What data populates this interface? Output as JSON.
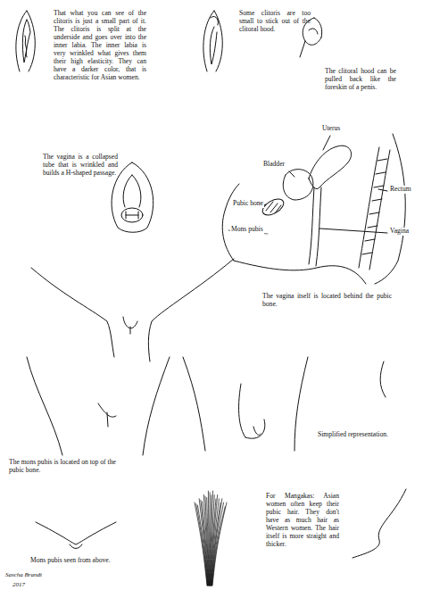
{
  "diagram": {
    "labels": [
      "That what you can see of the clitoris is just a small part of it. The clitoris is split at the underside and goes over into the inner labia. The inner labia is very wrinkled what gives them their high elasticity. They can have a darker color, that is characteristic for Asian women.",
      "Some clitoris are too small to stick out of the clitoral hood.",
      "The clitoral hood can be pulled back like the foreskin of a penis.",
      "The vagina is a collapsed tube that is wrinkled and builds a H-shaped passage.",
      "Uterus",
      "Bladder",
      "Rectum",
      "Pubic bone",
      "Mons pubis",
      "Vagina",
      "The vagina itself is located behind the pubic bone.",
      "Simplified representation.",
      "The mons pubis is located on top of the pubic bone.",
      "For Mangakas: Asian women often keep their pubic hair. They don't have as much hair as Western women. The hair itself is more straight and thicker.",
      "Mons pubis seen from above.",
      "Sascha Brandt",
      "2017"
    ]
  }
}
